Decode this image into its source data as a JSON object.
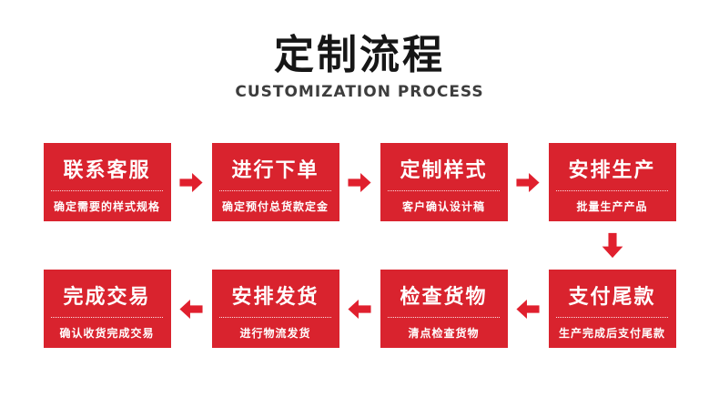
{
  "header": {
    "title": "定制流程",
    "subtitle": "CUSTOMIZATION PROCESS"
  },
  "colors": {
    "box_red": "#d9232e",
    "arrow_red": "#e0202e",
    "title_black": "#161616",
    "subtitle_gray": "#3d3d3d",
    "box_text": "#ffffff"
  },
  "flow": {
    "row1": [
      {
        "title": "联系客服",
        "desc": "确定需要的样式规格"
      },
      {
        "title": "进行下单",
        "desc": "确定预付总货款定金"
      },
      {
        "title": "定制样式",
        "desc": "客户确认设计稿"
      },
      {
        "title": "安排生产",
        "desc": "批量生产产品"
      }
    ],
    "row2": [
      {
        "title": "完成交易",
        "desc": "确认收货完成交易"
      },
      {
        "title": "安排发货",
        "desc": "进行物流发货"
      },
      {
        "title": "检查货物",
        "desc": "清点检查货物"
      },
      {
        "title": "支付尾款",
        "desc": "生产完成后支付尾款"
      }
    ],
    "arrows": {
      "row1_direction": "right",
      "row2_direction": "left",
      "connector_direction": "down"
    }
  }
}
